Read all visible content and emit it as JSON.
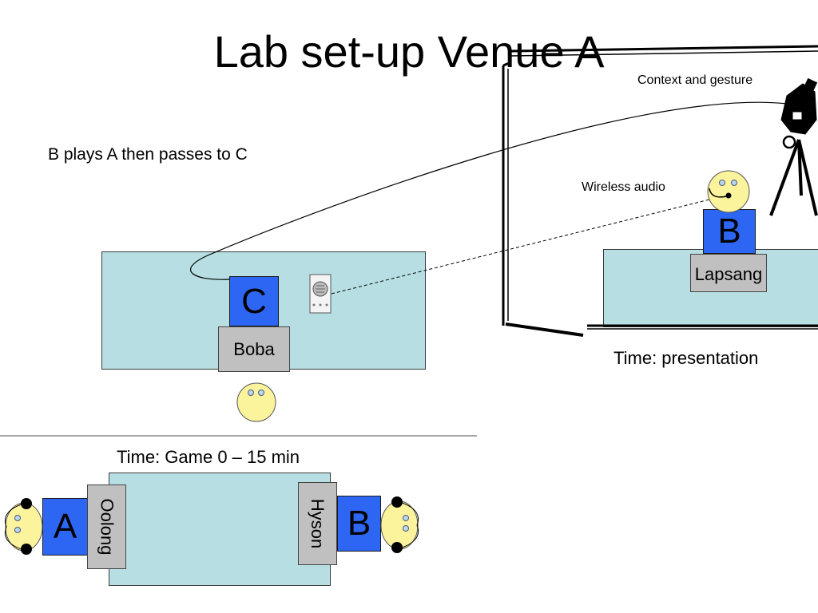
{
  "slide": {
    "title": "Lab set-up Venue A",
    "subtitle": "B plays A then passes to C"
  },
  "labels": {
    "context_and_gesture": "Context and gesture",
    "wireless_audio": "Wireless audio",
    "time_presentation": "Time: presentation",
    "time_game": "Time: Game 0 – 15 min"
  },
  "players": {
    "a": "A",
    "b_game": "B",
    "b_presentation": "B",
    "c": "C"
  },
  "teas": {
    "oolong": "Oolong",
    "hyson": "Hyson",
    "lapsang": "Lapsang",
    "boba": "Boba"
  },
  "colors": {
    "table": "#b7dfe3",
    "player_block": "#2d66f2",
    "tea_block": "#c0c0c0",
    "face": "#fbf49c"
  },
  "icons": [
    "video-camera-icon",
    "speaker-icon",
    "face-icon",
    "headset-face-icon"
  ]
}
